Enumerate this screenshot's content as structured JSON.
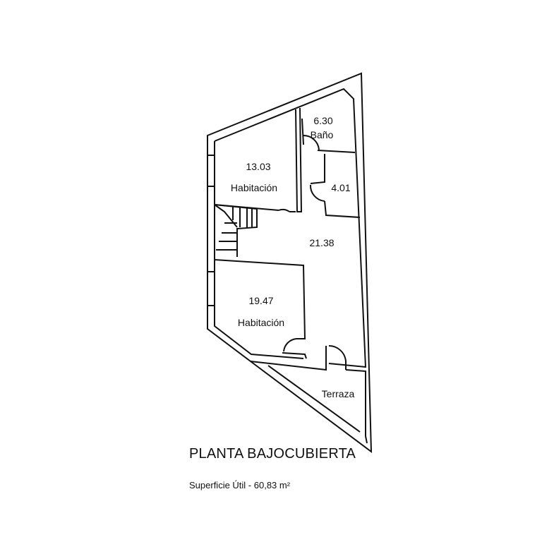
{
  "plan": {
    "title": "PLANTA BAJOCUBIERTA",
    "surface": "Superficie Útil - 60,83 m²",
    "rooms": [
      {
        "area": "13.03",
        "name": "Habitación"
      },
      {
        "area": "6.30",
        "name": "Baño"
      },
      {
        "area": "4.01"
      },
      {
        "area": "21.38"
      },
      {
        "area": "19.47",
        "name": "Habitación"
      },
      {
        "name": "Terraza"
      }
    ]
  }
}
